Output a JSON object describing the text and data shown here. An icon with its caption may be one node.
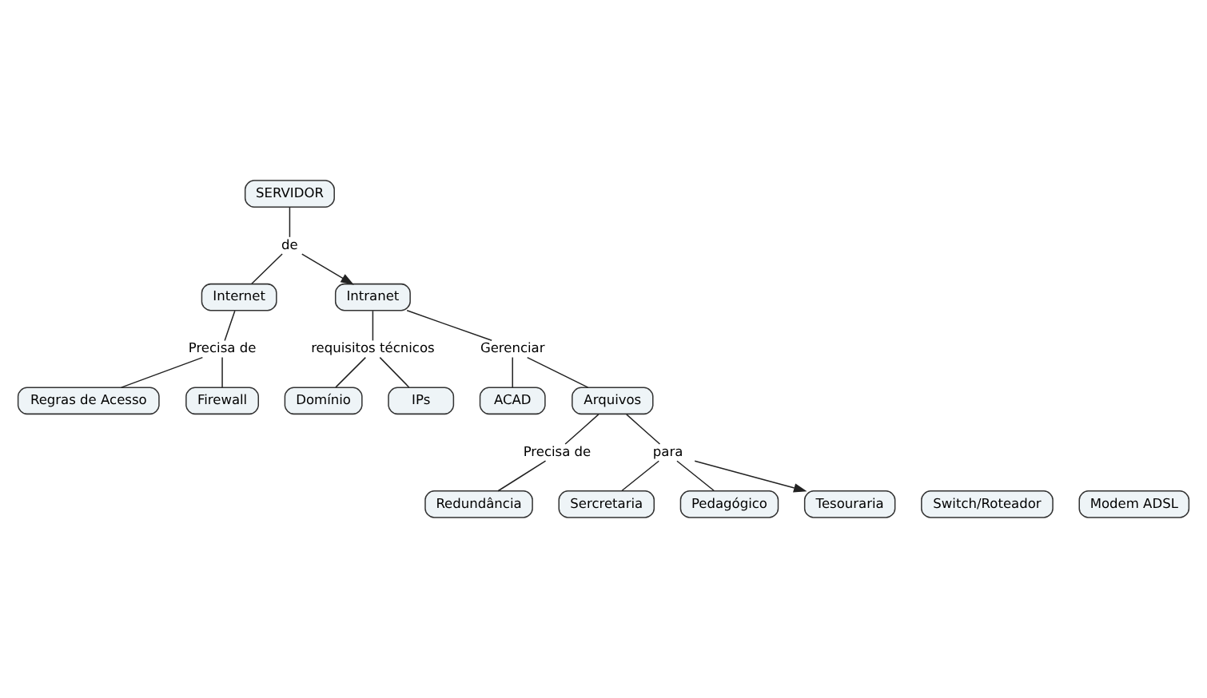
{
  "diagram": {
    "nodes": [
      {
        "text": [
          "SERVIDOR"
        ]
      },
      {
        "text": [
          "de"
        ]
      },
      {
        "text": [
          "Internet"
        ]
      },
      {
        "text": [
          "Intranet"
        ]
      },
      {
        "text": [
          "Precisa de"
        ]
      },
      {
        "text": [
          "requisitos técnicos"
        ]
      },
      {
        "text": [
          "Gerenciar"
        ]
      },
      {
        "text": [
          "Regras de Acesso"
        ]
      },
      {
        "text": [
          "Firewall"
        ]
      },
      {
        "text": [
          "Domínio"
        ]
      },
      {
        "text": [
          "IPs"
        ]
      },
      {
        "text": [
          "ACAD"
        ]
      },
      {
        "text": [
          "Arquivos"
        ]
      },
      {
        "text": [
          "Precisa de"
        ]
      },
      {
        "text": [
          "para"
        ]
      },
      {
        "text": [
          "Redundância"
        ]
      },
      {
        "text": [
          "Sercretaria"
        ]
      },
      {
        "text": [
          "Pedagógico"
        ]
      },
      {
        "text": [
          "Tesouraria"
        ]
      },
      {
        "text": [
          "Switch/Roteador"
        ]
      },
      {
        "text": [
          "Modem ADSL"
        ]
      }
    ],
    "edges": [
      {
        "from": 0,
        "to": 1,
        "arrow": "none"
      },
      {
        "from": 1,
        "to": 2,
        "arrow": "none"
      },
      {
        "from": 1,
        "to": 3,
        "arrow": "to"
      },
      {
        "from": 2,
        "to": 4,
        "arrow": "none"
      },
      {
        "from": 4,
        "to": 7,
        "arrow": "none"
      },
      {
        "from": 4,
        "to": 8,
        "arrow": "none"
      },
      {
        "from": 3,
        "to": 5,
        "arrow": "none"
      },
      {
        "from": 3,
        "to": 6,
        "arrow": "none"
      },
      {
        "from": 5,
        "to": 9,
        "arrow": "none"
      },
      {
        "from": 5,
        "to": 10,
        "arrow": "none"
      },
      {
        "from": 6,
        "to": 11,
        "arrow": "none"
      },
      {
        "from": 6,
        "to": 12,
        "arrow": "none"
      },
      {
        "from": 12,
        "to": 13,
        "arrow": "none"
      },
      {
        "from": 12,
        "to": 14,
        "arrow": "none"
      },
      {
        "from": 13,
        "to": 15,
        "arrow": "none"
      },
      {
        "from": 14,
        "to": 16,
        "arrow": "none"
      },
      {
        "from": 14,
        "to": 17,
        "arrow": "none"
      },
      {
        "from": 14,
        "to": 18,
        "arrow": "to"
      }
    ]
  }
}
